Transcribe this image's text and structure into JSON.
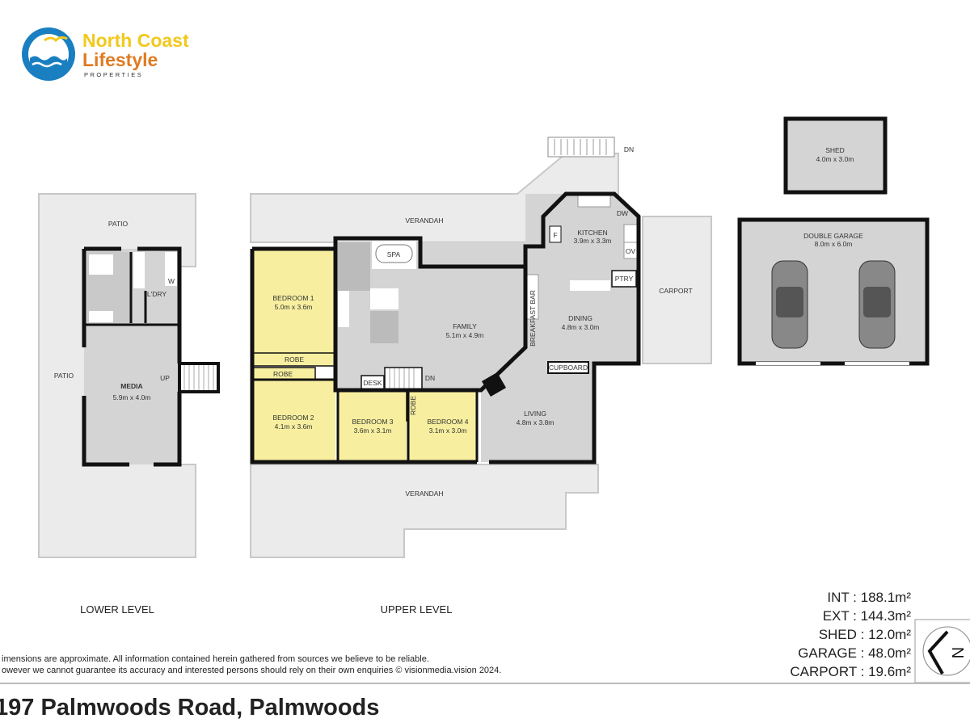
{
  "logo": {
    "line1": "North Coast",
    "line2": "Lifestyle",
    "line3": "PROPERTIES",
    "colors": {
      "blue": "#1a7fc1",
      "yellow": "#f2c81c",
      "orange": "#e07b22"
    }
  },
  "lower_level": {
    "title": "LOWER LEVEL",
    "patio_top": "PATIO",
    "patio_left": "PATIO",
    "laundry": "L'DRY",
    "washer": "W",
    "media_name": "MEDIA",
    "media_size": "5.9m x 4.0m",
    "stairs": "UP"
  },
  "upper_level": {
    "title": "UPPER LEVEL",
    "verandah_top": "VERANDAH",
    "verandah_bottom": "VERANDAH",
    "stairs_top": "DN",
    "stairs_inner": "DN",
    "spa": "SPA",
    "bedroom1": {
      "name": "BEDROOM 1",
      "size": "5.0m x 3.6m"
    },
    "robe1": "ROBE",
    "robe2": "ROBE",
    "bedroom2": {
      "name": "BEDROOM 2",
      "size": "4.1m x 3.6m"
    },
    "desk": "DESK",
    "bedroom3": {
      "name": "BEDROOM 3",
      "size": "3.6m x 3.1m"
    },
    "robe3": "ROBE",
    "bedroom4": {
      "name": "BEDROOM 4",
      "size": "3.1m x 3.0m"
    },
    "family": {
      "name": "FAMILY",
      "size": "5.1m x 4.9m"
    },
    "breakfast_bar": "BREAKFAST BAR",
    "kitchen": {
      "name": "KITCHEN",
      "size": "3.9m x 3.3m"
    },
    "fridge": "F",
    "dishwasher": "DW",
    "oven": "OV",
    "pantry": "PTRY",
    "dining": {
      "name": "DINING",
      "size": "4.8m x 3.0m"
    },
    "cupboard": "CUPBOARD",
    "living": {
      "name": "LIVING",
      "size": "4.8m x 3.8m"
    },
    "carport": "CARPORT"
  },
  "outbuildings": {
    "shed": {
      "name": "SHED",
      "size": "4.0m x 3.0m"
    },
    "garage": {
      "name": "DOUBLE GARAGE",
      "size": "8.0m x 6.0m"
    }
  },
  "areas": [
    {
      "label": "INT :  188.1m²"
    },
    {
      "label": "EXT : 144.3m²"
    },
    {
      "label": "SHED : 12.0m²"
    },
    {
      "label": "GARAGE : 48.0m²"
    },
    {
      "label": "CARPORT : 19.6m²"
    }
  ],
  "compass": {
    "label": "N"
  },
  "disclaimer": {
    "line1": "imensions are approximate. All information contained herein gathered from sources we believe to be reliable.",
    "line2": "owever we cannot guarantee its accuracy and interested persons should rely on their own enquiries © visionmedia.vision 2024."
  },
  "address": "197 Palmwoods Road, Palmwoods"
}
